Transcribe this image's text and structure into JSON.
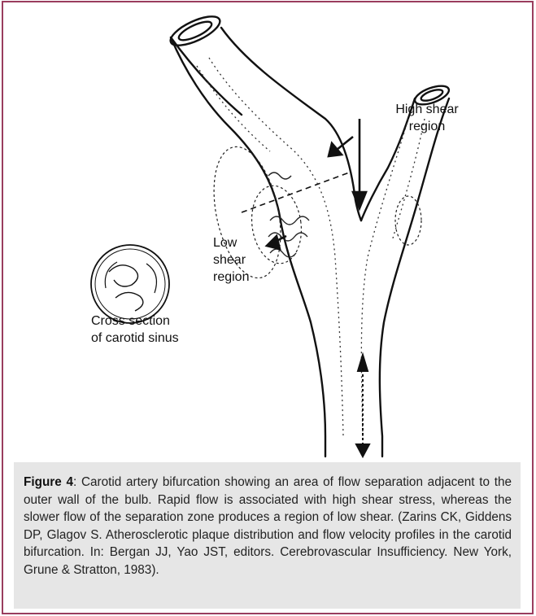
{
  "figure": {
    "labels": {
      "high_shear": [
        "High shear",
        "region"
      ],
      "low_shear": [
        "Low",
        "shear",
        "region"
      ],
      "cross_section": [
        "Cross section",
        "of carotid sinus"
      ]
    },
    "caption": {
      "label": "Figure 4",
      "text": ": Carotid artery bifurcation showing an area of flow separation adjacent to the outer wall of the bulb. Rapid flow is associated with high shear stress, whereas the slower flow of the separation zone produces a region of low shear. (Zarins CK, Giddens DP, Glagov S. Atherosclerotic plaque distribution and flow velocity profiles in the carotid bifurcation. In: Bergan JJ, Yao JST, editors. Cerebrovascular Insufficiency. New York, Grune & Stratton, 1983)."
    }
  },
  "colors": {
    "frame": "#9a3d5e",
    "caption_bg": "#e6e6e6"
  }
}
